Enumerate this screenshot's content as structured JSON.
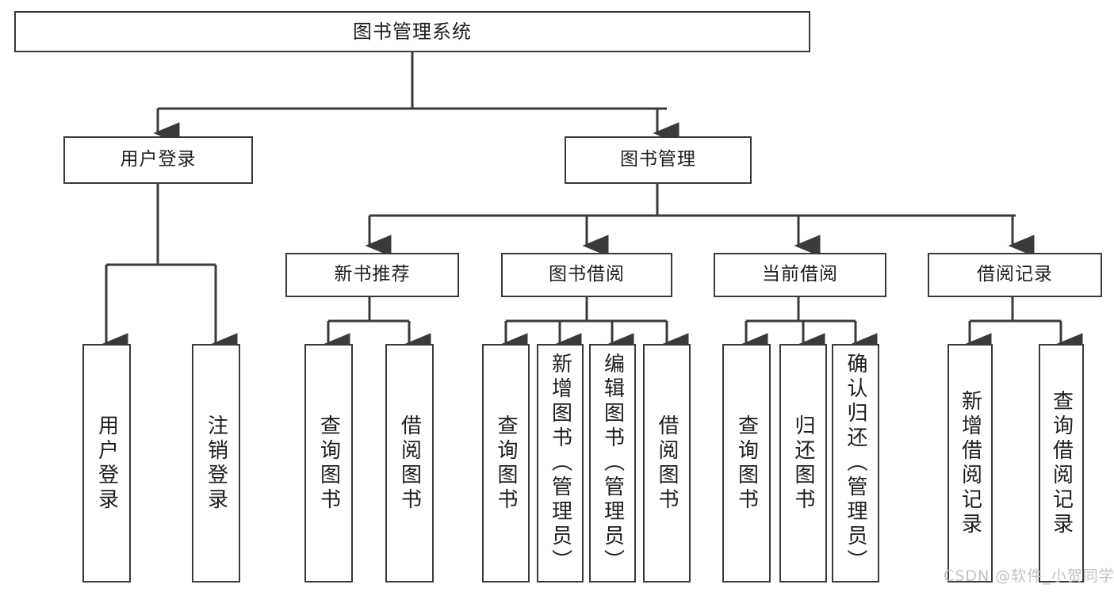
{
  "diagram": {
    "type": "tree-hierarchy",
    "title": "图书管理系统",
    "colors": {
      "stroke": "#3a3a3a",
      "text": "#1d1d1d",
      "background": "#ffffff",
      "watermark": "#c2c2c2"
    },
    "levels": {
      "root": {
        "label": "图书管理系统"
      },
      "level2": [
        {
          "label": "用户登录"
        },
        {
          "label": "图书管理"
        }
      ],
      "level3": [
        {
          "label": "新书推荐"
        },
        {
          "label": "图书借阅"
        },
        {
          "label": "当前借阅"
        },
        {
          "label": "借阅记录"
        }
      ],
      "leaves": {
        "user_login": [
          {
            "label": "用户登录"
          },
          {
            "label": "注销登录"
          }
        ],
        "new_book_recommend": [
          {
            "label": "查询图书"
          },
          {
            "label": "借阅图书"
          }
        ],
        "book_borrow": [
          {
            "label": "查询图书"
          },
          {
            "label": "新增图书（管理员）"
          },
          {
            "label": "编辑图书（管理员）"
          },
          {
            "label": "借阅图书"
          }
        ],
        "current_borrow": [
          {
            "label": "查询图书"
          },
          {
            "label": "归还图书"
          },
          {
            "label": "确认归还（管理员）"
          }
        ],
        "borrow_record": [
          {
            "label": "新增借阅记录"
          },
          {
            "label": "查询借阅记录"
          }
        ]
      }
    }
  },
  "watermark": {
    "text": "CSDN @软件_小贺同学"
  }
}
